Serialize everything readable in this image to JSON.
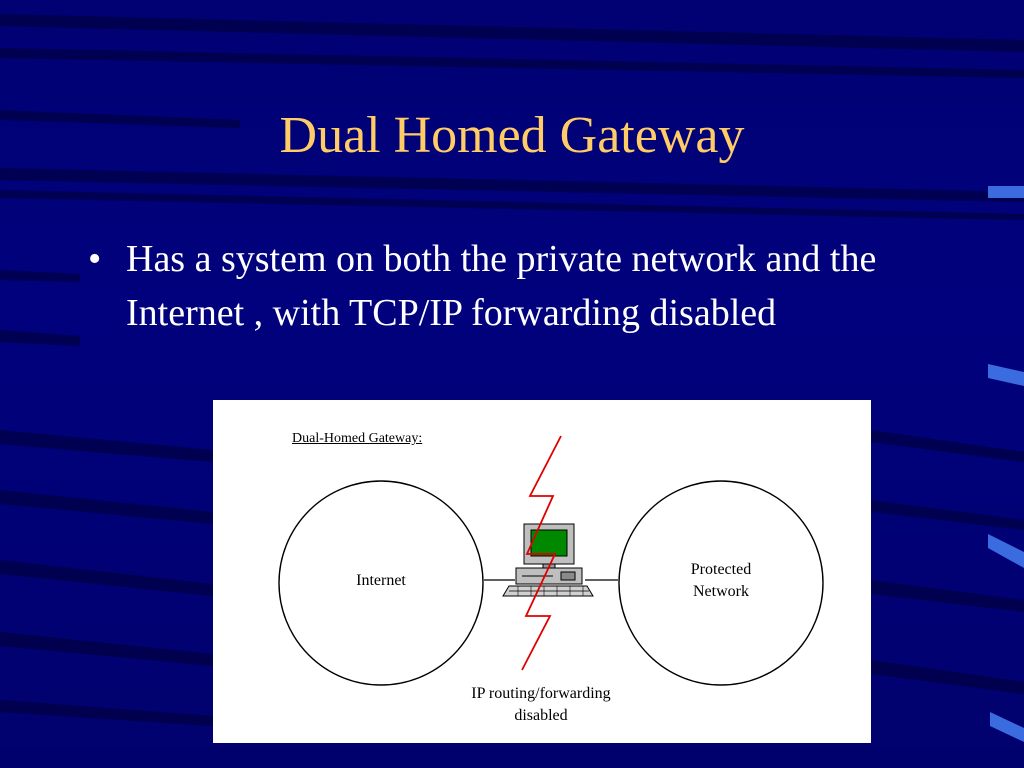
{
  "slide": {
    "title": "Dual Homed Gateway",
    "bullets": [
      {
        "marker": "•",
        "text": "Has a system on both the private network and the Internet , with TCP/IP forwarding disabled"
      }
    ]
  },
  "diagram": {
    "title": "Dual-Homed Gateway:",
    "left_network": "Internet",
    "right_network_line1": "Protected",
    "right_network_line2": "Network",
    "caption_line1": "IP routing/forwarding",
    "caption_line2": "disabled",
    "icons": [
      "computer-icon",
      "lightning-bolt-icon"
    ]
  },
  "colors": {
    "background": "#01017d",
    "title": "#ffcc66",
    "bullet_text": "#ffffff",
    "lightning": "#e00000",
    "monitor_screen": "#008800"
  }
}
